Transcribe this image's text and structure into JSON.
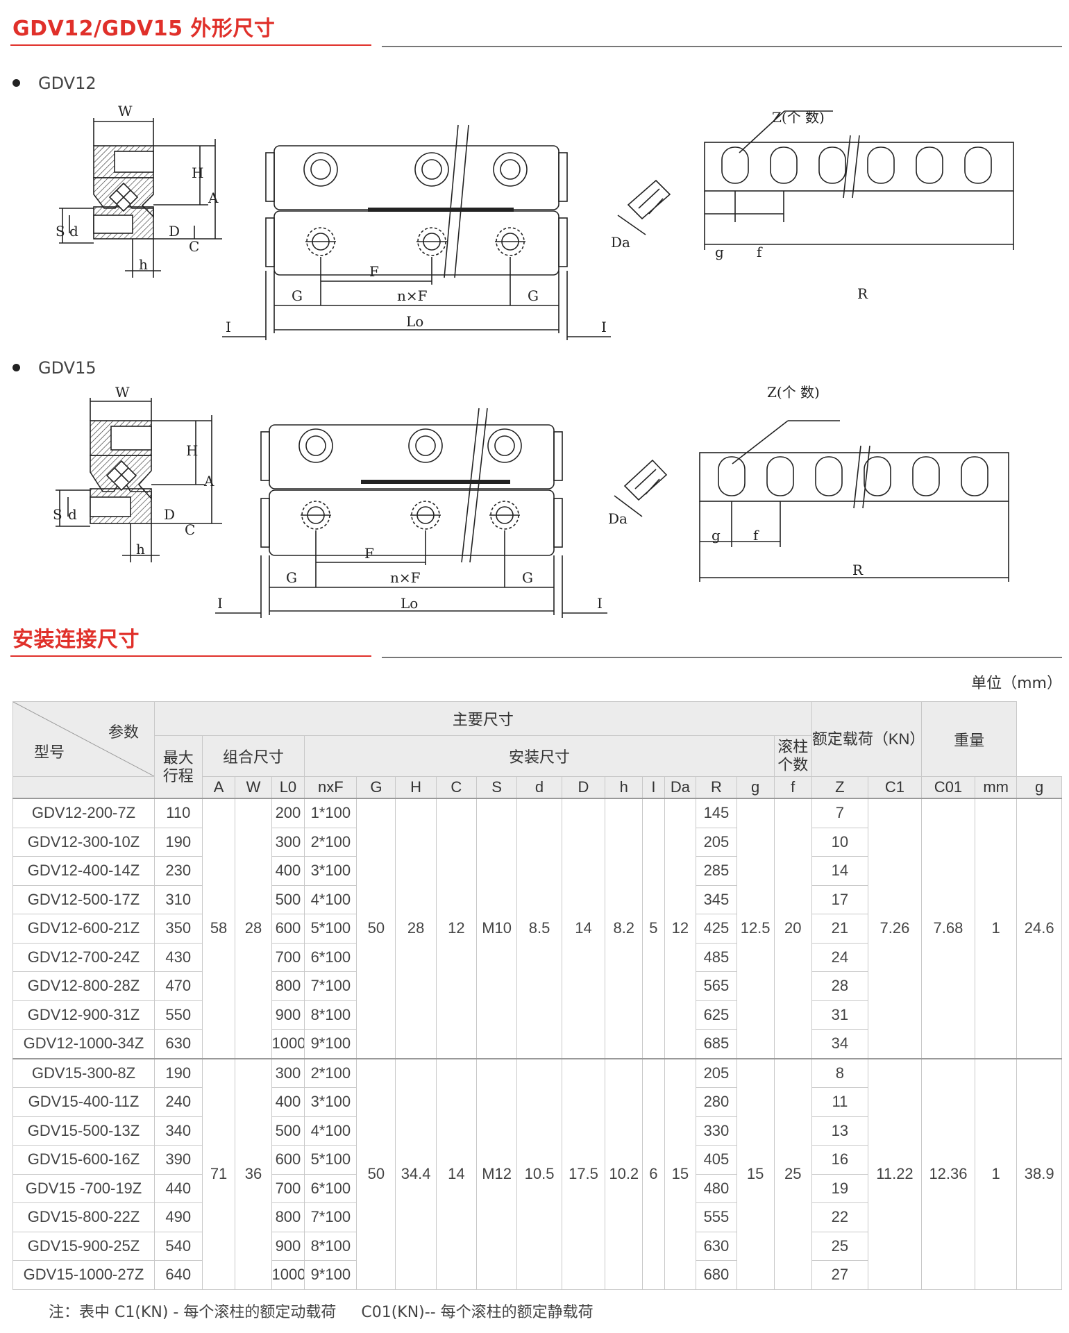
{
  "sections": {
    "outline_title": "GDV12/GDV15 外形尺寸",
    "install_title": "安装连接尺寸"
  },
  "drawings": {
    "gdv12_label": "GDV12",
    "gdv15_label": "GDV15",
    "labels": {
      "W": "W",
      "H": "H",
      "A": "A",
      "S": "S",
      "d": "d",
      "D": "D",
      "C": "C",
      "h": "h",
      "F": "F",
      "G": "G",
      "nxF": "n×F",
      "Lo": "Lo",
      "I": "I",
      "Z": "Z(个 数)",
      "Da": "Da",
      "g": "g",
      "f": "f",
      "R": "R"
    }
  },
  "table": {
    "unit": "单位（mm）",
    "header": {
      "param": "参数",
      "model": "型号",
      "main": "主要尺寸",
      "rated": "额定载荷（KN）",
      "weight": "重量",
      "max_stroke": "最大行程",
      "combo": "组合尺寸",
      "install": "安装尺寸",
      "rollers": "滚柱个数",
      "cols": [
        "A",
        "W",
        "L0",
        "nxF",
        "G",
        "H",
        "C",
        "S",
        "d",
        "D",
        "h",
        "I",
        "Da",
        "R",
        "g",
        "f",
        "Z",
        "C1",
        "C01",
        "mm",
        "g"
      ]
    },
    "groups": [
      {
        "shared": {
          "A": "58",
          "W": "28",
          "G": "50",
          "H": "28",
          "C": "12",
          "S": "M10",
          "d": "8.5",
          "D": "14",
          "h": "8.2",
          "I": "5",
          "Da": "12",
          "g": "12.5",
          "f": "20",
          "C1": "7.26",
          "C01": "7.68",
          "mm": "1",
          "wt": "24.6"
        },
        "rows": [
          {
            "model": "GDV12-200-7Z",
            "stroke": "110",
            "L0": "200",
            "nxF": "1*100",
            "R": "145",
            "Z": "7"
          },
          {
            "model": "GDV12-300-10Z",
            "stroke": "190",
            "L0": "300",
            "nxF": "2*100",
            "R": "205",
            "Z": "10"
          },
          {
            "model": "GDV12-400-14Z",
            "stroke": "230",
            "L0": "400",
            "nxF": "3*100",
            "R": "285",
            "Z": "14"
          },
          {
            "model": "GDV12-500-17Z",
            "stroke": "310",
            "L0": "500",
            "nxF": "4*100",
            "R": "345",
            "Z": "17"
          },
          {
            "model": "GDV12-600-21Z",
            "stroke": "350",
            "L0": "600",
            "nxF": "5*100",
            "R": "425",
            "Z": "21"
          },
          {
            "model": "GDV12-700-24Z",
            "stroke": "430",
            "L0": "700",
            "nxF": "6*100",
            "R": "485",
            "Z": "24"
          },
          {
            "model": "GDV12-800-28Z",
            "stroke": "470",
            "L0": "800",
            "nxF": "7*100",
            "R": "565",
            "Z": "28"
          },
          {
            "model": "GDV12-900-31Z",
            "stroke": "550",
            "L0": "900",
            "nxF": "8*100",
            "R": "625",
            "Z": "31"
          },
          {
            "model": "GDV12-1000-34Z",
            "stroke": "630",
            "L0": "1000",
            "nxF": "9*100",
            "R": "685",
            "Z": "34"
          }
        ]
      },
      {
        "shared": {
          "A": "71",
          "W": "36",
          "G": "50",
          "H": "34.4",
          "C": "14",
          "S": "M12",
          "d": "10.5",
          "D": "17.5",
          "h": "10.2",
          "I": "6",
          "Da": "15",
          "g": "15",
          "f": "25",
          "C1": "11.22",
          "C01": "12.36",
          "mm": "1",
          "wt": "38.9"
        },
        "rows": [
          {
            "model": "GDV15-300-8Z",
            "stroke": "190",
            "L0": "300",
            "nxF": "2*100",
            "R": "205",
            "Z": "8"
          },
          {
            "model": "GDV15-400-11Z",
            "stroke": "240",
            "L0": "400",
            "nxF": "3*100",
            "R": "280",
            "Z": "11"
          },
          {
            "model": "GDV15-500-13Z",
            "stroke": "340",
            "L0": "500",
            "nxF": "4*100",
            "R": "330",
            "Z": "13"
          },
          {
            "model": "GDV15-600-16Z",
            "stroke": "390",
            "L0": "600",
            "nxF": "5*100",
            "R": "405",
            "Z": "16"
          },
          {
            "model": "GDV15 -700-19Z",
            "stroke": "440",
            "L0": "700",
            "nxF": "6*100",
            "R": "480",
            "Z": "19"
          },
          {
            "model": "GDV15-800-22Z",
            "stroke": "490",
            "L0": "800",
            "nxF": "7*100",
            "R": "555",
            "Z": "22"
          },
          {
            "model": "GDV15-900-25Z",
            "stroke": "540",
            "L0": "900",
            "nxF": "8*100",
            "R": "630",
            "Z": "25"
          },
          {
            "model": "GDV15-1000-27Z",
            "stroke": "640",
            "L0": "1000",
            "nxF": "9*100",
            "R": "680",
            "Z": "27"
          }
        ]
      }
    ],
    "note_prefix": "注：",
    "note1": "表中 C1(KN) - 每个滚柱的额定动载荷",
    "note2": "C01(KN)-- 每个滚柱的额定静载荷"
  }
}
